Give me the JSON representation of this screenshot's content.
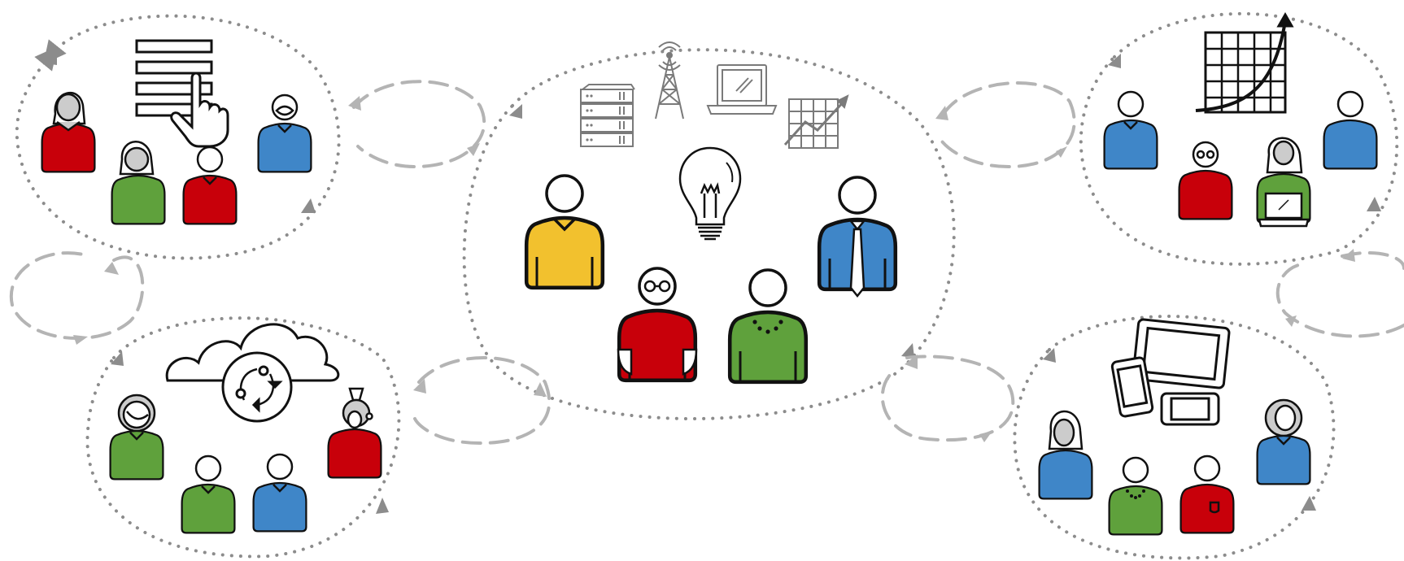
{
  "colors": {
    "red": "#c8000a",
    "green": "#5fa13c",
    "blue": "#3f86c8",
    "yellow": "#f2c12e",
    "outline": "#111111",
    "dotted_ring": "#8c8c8c",
    "dashed_loop": "#b4b4b4",
    "device_gray": "#7a7a7a"
  },
  "clusters": [
    {
      "name": "top-left",
      "icon": "menu-touch-icon"
    },
    {
      "name": "bottom-left",
      "icon": "cloud-sync-icon"
    },
    {
      "name": "center",
      "icon": "lightbulb-icon"
    },
    {
      "name": "top-right",
      "icon": "growth-chart-icon"
    },
    {
      "name": "bottom-right",
      "icon": "devices-icon"
    }
  ]
}
